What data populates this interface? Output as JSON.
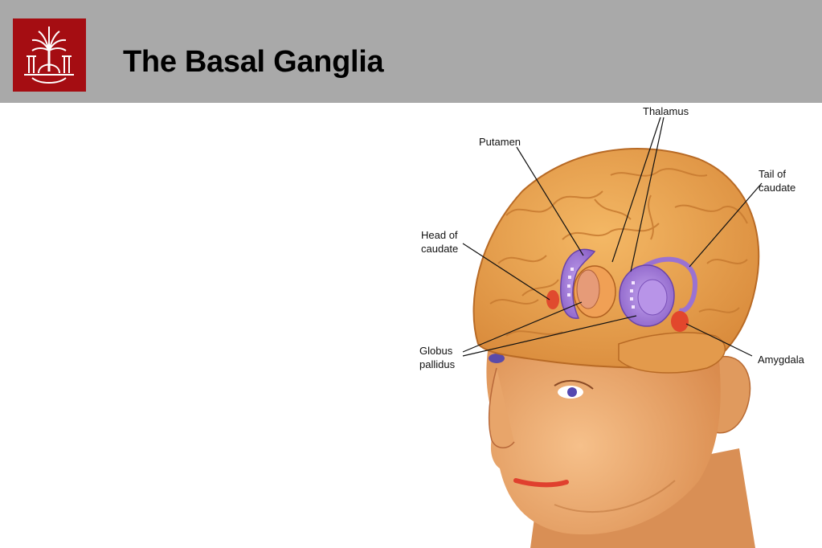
{
  "slide": {
    "title": "The Basal Ganglia",
    "colors": {
      "header_bg": "#a9a9a9",
      "logo_bg": "#a50d12",
      "title": "#000000"
    }
  },
  "logo": {
    "icon": "palmetto-tree-seal-icon"
  },
  "figure": {
    "labels": {
      "thalamus": "Thalamus",
      "putamen": "Putamen",
      "tail_of_caudate_1": "Tail of",
      "tail_of_caudate_2": "caudate",
      "head_of_caudate_1": "Head of",
      "head_of_caudate_2": "caudate",
      "globus_pallidus_1": "Globus",
      "globus_pallidus_2": "pallidus",
      "amygdala": "Amygdala"
    },
    "colors": {
      "brain": "#e8a24a",
      "skin": "#f0b47a",
      "basal_ganglia": "#a77fd6",
      "amygdala": "#e0452a"
    }
  }
}
